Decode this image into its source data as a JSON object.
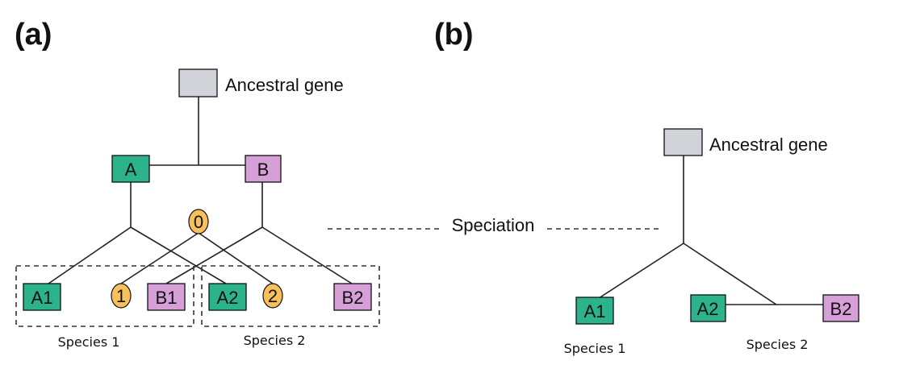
{
  "colors": {
    "gene_a": "#2db38c",
    "gene_b": "#d79fd8",
    "ancestral": "#d1d3d8",
    "event": "#f7c05a"
  },
  "panel_a": {
    "label": "(a)",
    "ancestral_label": "Ancestral gene",
    "gene_a": "A",
    "gene_b": "B",
    "event_0": "0",
    "event_1": "1",
    "event_2": "2",
    "a1": "A1",
    "b1": "B1",
    "a2": "A2",
    "b2": "B2",
    "species_1": "Species 1",
    "species_2": "Species 2"
  },
  "speciation_label": "Speciation",
  "panel_b": {
    "label": "(b)",
    "ancestral_label": "Ancestral gene",
    "a1": "A1",
    "a2": "A2",
    "b2": "B2",
    "species_1": "Species 1",
    "species_2": "Species 2"
  }
}
